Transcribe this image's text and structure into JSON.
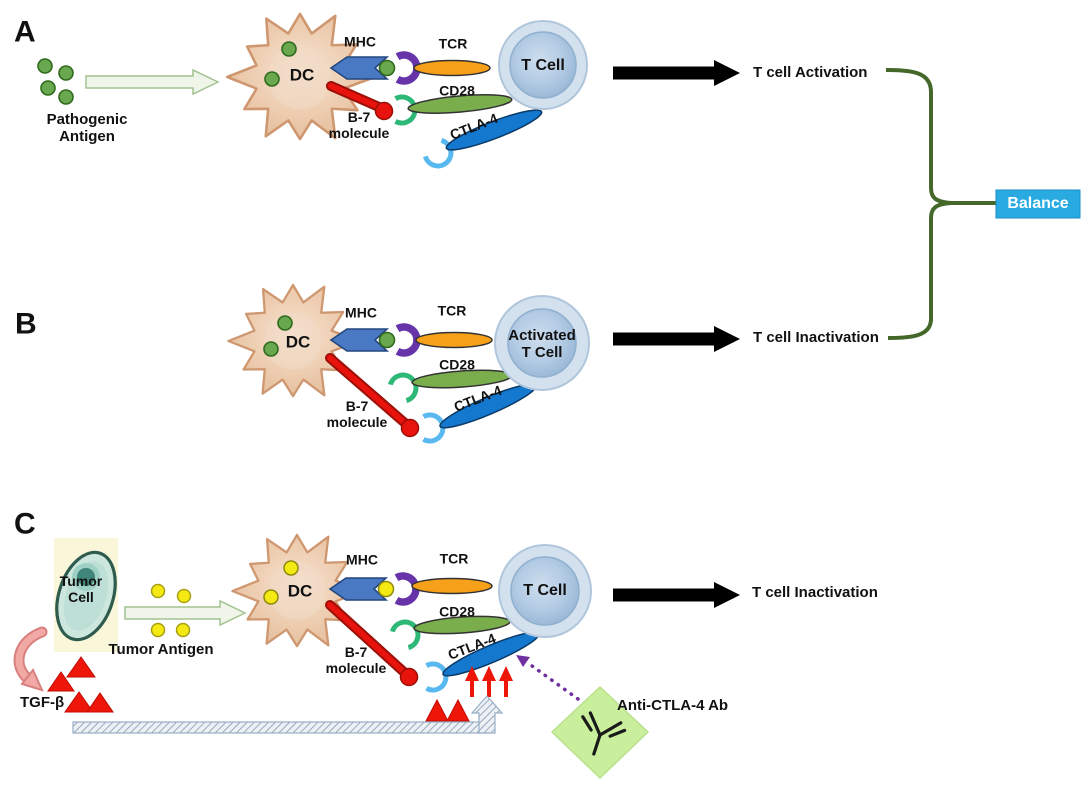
{
  "figure": {
    "balance": {
      "label": "Balance"
    },
    "panelA": {
      "letter": "A",
      "pathogenic_antigen": {
        "line1": "Pathogenic",
        "line2": "Antigen"
      },
      "dc": "DC",
      "mhc": "MHC",
      "tcr": "TCR",
      "cd28": "CD28",
      "ctla4": "CTLA-4",
      "b7": {
        "line1": "B-7",
        "line2": "molecule"
      },
      "tcell": "T Cell",
      "outcome": "T cell Activation"
    },
    "panelB": {
      "letter": "B",
      "dc": "DC",
      "mhc": "MHC",
      "tcr": "TCR",
      "cd28": "CD28",
      "ctla4": "CTLA-4",
      "b7": {
        "line1": "B-7",
        "line2": "molecule"
      },
      "tcell": {
        "line1": "Activated",
        "line2": "T Cell"
      },
      "outcome": "T cell Inactivation"
    },
    "panelC": {
      "letter": "C",
      "tumor_cell": {
        "line1": "Tumor",
        "line2": "Cell"
      },
      "tgfb": "TGF-β",
      "tumor_antigen": "Tumor Antigen",
      "dc": "DC",
      "mhc": "MHC",
      "tcr": "TCR",
      "cd28": "CD28",
      "ctla4": "CTLA-4",
      "b7": {
        "line1": "B-7",
        "line2": "molecule"
      },
      "tcell": "T Cell",
      "antibody": "Anti-CTLA-4 Ab",
      "outcome": "T cell Inactivation"
    }
  },
  "colors": {
    "mhc_blue": "#4a79c4",
    "tcr_orange": "#f7a11a",
    "cd28_green": "#7aae4c",
    "ctla4_blue": "#1478cf",
    "b7_red": "#e8130c",
    "antigen_green": "#6aa84f",
    "antigen_yellow": "#f4e912",
    "dc_tan": "#ecc9ab",
    "tcell_blue": "#b3cbe4",
    "balance_cyan": "#29abe2",
    "brace_green": "#44682a",
    "diamond_green": "#c9ef9c",
    "inhibit_purple": "#7030a0",
    "tgfb_red": "#ee1509",
    "pink_arrow": "#f2a8a5"
  }
}
